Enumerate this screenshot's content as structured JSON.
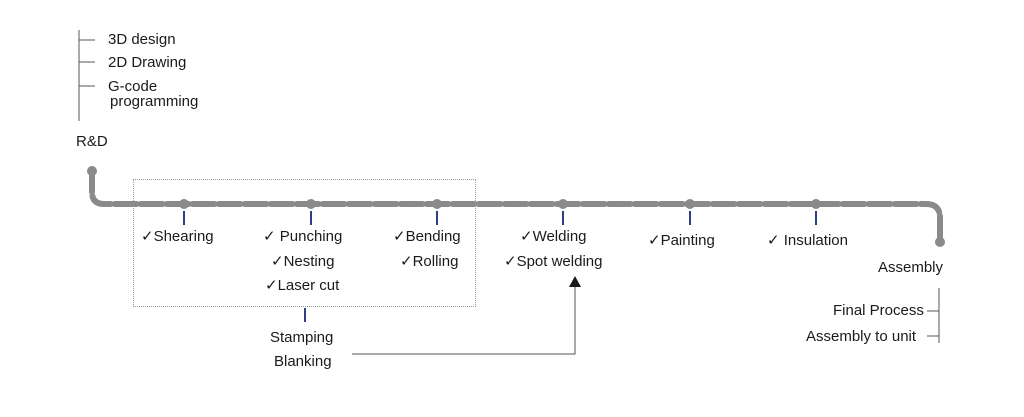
{
  "rnd": {
    "label": "R&D",
    "items": [
      "3D design",
      "2D Drawing",
      "G-code",
      "programming"
    ]
  },
  "check_mark": "✓",
  "steps": {
    "shearing": "Shearing",
    "punching": "Punching",
    "nesting": "Nesting",
    "laser_cut": "Laser cut",
    "bending": "Bending",
    "rolling": "Rolling",
    "welding": "Welding",
    "spot_welding": "Spot welding",
    "painting": "Painting",
    "insulation": "Insulation"
  },
  "stamping": {
    "line1": "Stamping",
    "line2": "Blanking"
  },
  "assembly": {
    "label": "Assembly",
    "items": [
      "Final Process",
      "Assembly to unit"
    ]
  },
  "colors": {
    "line": "#8a8a8a",
    "tick": "#2b3f86",
    "text": "#1a1a1a"
  }
}
